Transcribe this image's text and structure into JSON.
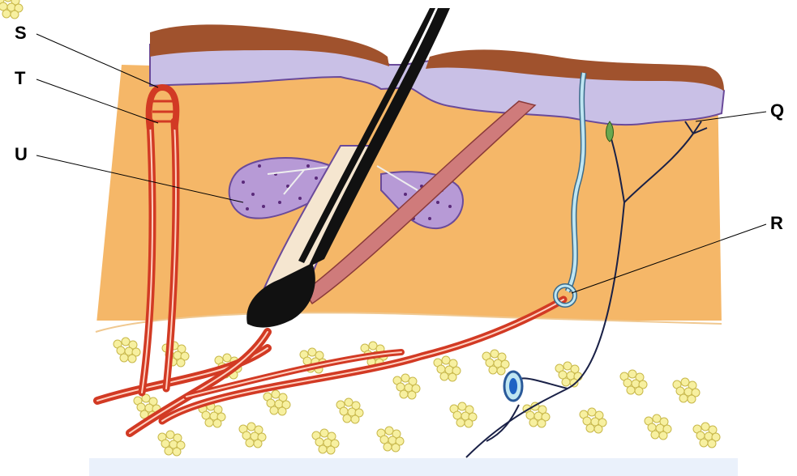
{
  "labels": {
    "S": "S",
    "T": "T",
    "U": "U",
    "Q": "Q",
    "R": "R"
  },
  "colors": {
    "epidermis_top": "#a0522d",
    "epidermis_band": "#c9c0e6",
    "dermis": "#f5b768",
    "fat_cells": "#f7f0a0",
    "blood_vessel": "#d23a24",
    "hair": "#111111",
    "gland": "#b79ad6",
    "sweat_duct": "#bfe6f2",
    "nerve": "#1a2147"
  }
}
